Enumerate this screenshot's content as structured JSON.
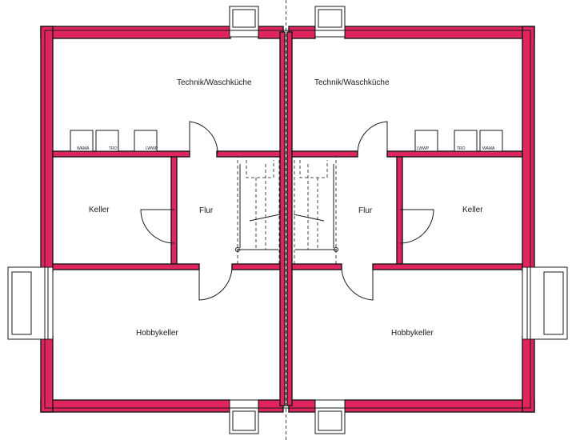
{
  "colors": {
    "wall": "#e0245e",
    "line": "#1a1a1a",
    "background": "#ffffff"
  },
  "left_unit": {
    "technik": "Technik/Waschküche",
    "keller": "Keller",
    "flur": "Flur",
    "hobbykeller": "Hobbykeller",
    "appliances": [
      "WAMA",
      "TRO",
      "LWWP"
    ]
  },
  "right_unit": {
    "technik": "Technik/Waschküche",
    "keller": "Keller",
    "flur": "Flur",
    "hobbykeller": "Hobbykeller",
    "appliances": [
      "LWWP",
      "TRO",
      "WAMA"
    ]
  }
}
